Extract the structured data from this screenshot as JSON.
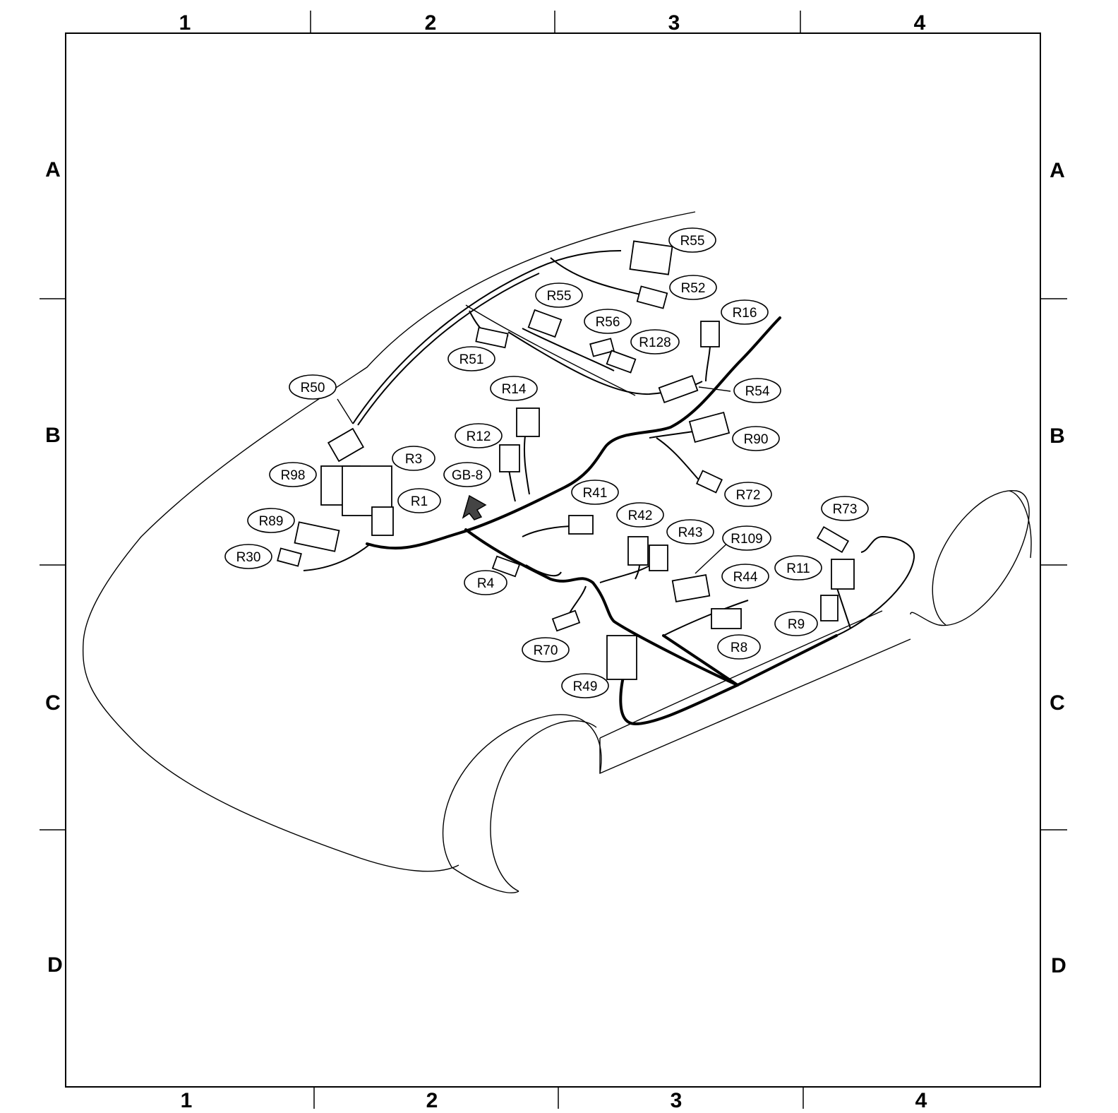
{
  "grid": {
    "columns": [
      "1",
      "2",
      "3",
      "4"
    ],
    "rows": [
      "A",
      "B",
      "C",
      "D"
    ]
  },
  "callouts": [
    {
      "id": "r55-top",
      "label": "R55"
    },
    {
      "id": "r52",
      "label": "R52"
    },
    {
      "id": "r55-mid",
      "label": "R55"
    },
    {
      "id": "r56",
      "label": "R56"
    },
    {
      "id": "r16",
      "label": "R16"
    },
    {
      "id": "r128",
      "label": "R128"
    },
    {
      "id": "r51",
      "label": "R51"
    },
    {
      "id": "r54",
      "label": "R54"
    },
    {
      "id": "r50",
      "label": "R50"
    },
    {
      "id": "r14",
      "label": "R14"
    },
    {
      "id": "r90",
      "label": "R90"
    },
    {
      "id": "r12",
      "label": "R12"
    },
    {
      "id": "r3",
      "label": "R3"
    },
    {
      "id": "r98",
      "label": "R98"
    },
    {
      "id": "gb8",
      "label": "GB-8"
    },
    {
      "id": "r72",
      "label": "R72"
    },
    {
      "id": "r41",
      "label": "R41"
    },
    {
      "id": "r1",
      "label": "R1"
    },
    {
      "id": "r73",
      "label": "R73"
    },
    {
      "id": "r89",
      "label": "R89"
    },
    {
      "id": "r42",
      "label": "R42"
    },
    {
      "id": "r43",
      "label": "R43"
    },
    {
      "id": "r109",
      "label": "R109"
    },
    {
      "id": "r30",
      "label": "R30"
    },
    {
      "id": "r11",
      "label": "R11"
    },
    {
      "id": "r44",
      "label": "R44"
    },
    {
      "id": "r4",
      "label": "R4"
    },
    {
      "id": "r9",
      "label": "R9"
    },
    {
      "id": "r8",
      "label": "R8"
    },
    {
      "id": "r70",
      "label": "R70"
    },
    {
      "id": "r49",
      "label": "R49"
    }
  ]
}
